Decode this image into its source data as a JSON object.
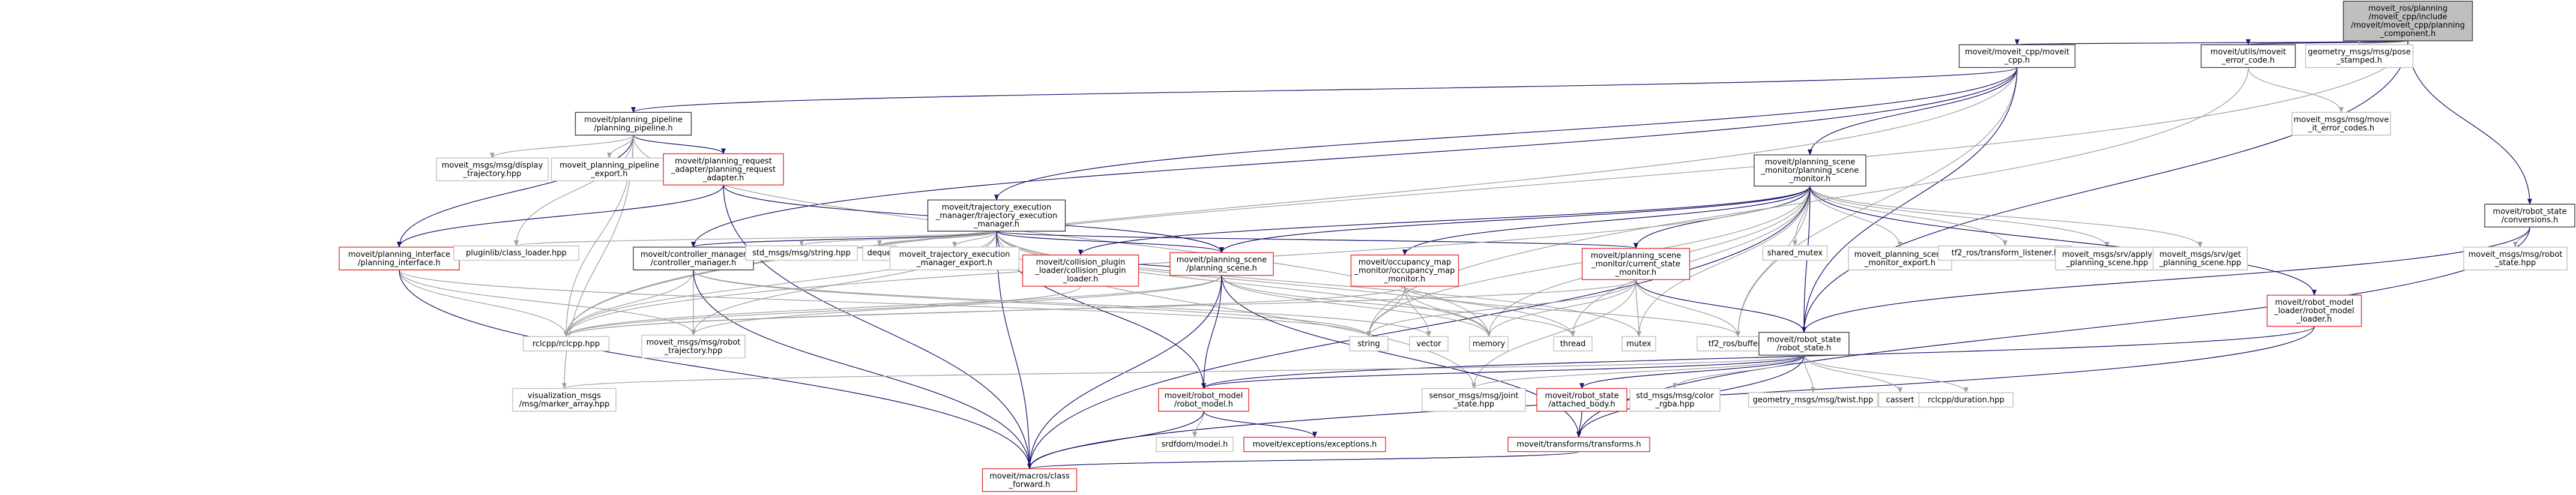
{
  "graph": {
    "nodes": [
      {
        "id": "root",
        "style": "root",
        "lines": [
          "moveit_ros/planning",
          "/moveit_cpp/include",
          "/moveit/moveit_cpp/planning",
          "_component.h"
        ]
      },
      {
        "id": "moveit_cpp",
        "style": "normal",
        "lines": [
          "moveit/moveit_cpp/moveit",
          "_cpp.h"
        ]
      },
      {
        "id": "error_code",
        "style": "normal",
        "lines": [
          "moveit/utils/moveit",
          "_error_code.h"
        ]
      },
      {
        "id": "pose_stamped",
        "style": "ext",
        "lines": [
          "geometry_msgs/msg/pose",
          "_stamped.h"
        ]
      },
      {
        "id": "planning_pipeline",
        "style": "normal",
        "lines": [
          "moveit/planning_pipeline",
          "/planning_pipeline.h"
        ]
      },
      {
        "id": "moveit_error_codes",
        "style": "ext",
        "lines": [
          "moveit_msgs/msg/move",
          "_it_error_codes.h"
        ]
      },
      {
        "id": "psm",
        "style": "normal",
        "lines": [
          "moveit/planning_scene",
          "_monitor/planning_scene",
          "_monitor.h"
        ]
      },
      {
        "id": "display_traj",
        "style": "ext",
        "lines": [
          "moveit_msgs/msg/display",
          "_trajectory.hpp"
        ]
      },
      {
        "id": "pp_export",
        "style": "ext",
        "lines": [
          "moveit_planning_pipeline",
          "_export.h"
        ]
      },
      {
        "id": "pra",
        "style": "red",
        "lines": [
          "moveit/planning_request",
          "_adapter/planning_request",
          "_adapter.h"
        ]
      },
      {
        "id": "tem",
        "style": "normal",
        "lines": [
          "moveit/trajectory_execution",
          "_manager/trajectory_execution",
          "_manager.h"
        ]
      },
      {
        "id": "rsc",
        "style": "normal",
        "lines": [
          "moveit/robot_state",
          "/conversions.h"
        ]
      },
      {
        "id": "pi",
        "style": "red",
        "lines": [
          "moveit/planning_interface",
          "/planning_interface.h"
        ]
      },
      {
        "id": "pluginlib",
        "style": "ext",
        "lines": [
          "pluginlib/class_loader.hpp"
        ]
      },
      {
        "id": "cm",
        "style": "normal",
        "lines": [
          "moveit/controller_manager",
          "/controller_manager.h"
        ]
      },
      {
        "id": "std_string",
        "style": "ext",
        "lines": [
          "std_msgs/msg/string.hpp"
        ]
      },
      {
        "id": "deque",
        "style": "ext",
        "lines": [
          "deque"
        ]
      },
      {
        "id": "tem_export",
        "style": "ext",
        "lines": [
          "moveit_trajectory_execution",
          "_manager_export.h"
        ]
      },
      {
        "id": "collision_plugin",
        "style": "red",
        "lines": [
          "moveit/collision_plugin",
          "_loader/collision_plugin",
          "_loader.h"
        ]
      },
      {
        "id": "ps",
        "style": "red",
        "lines": [
          "moveit/planning_scene",
          "/planning_scene.h"
        ]
      },
      {
        "id": "occupancy",
        "style": "red",
        "lines": [
          "moveit/occupancy_map",
          "_monitor/occupancy_map",
          "_monitor.h"
        ]
      },
      {
        "id": "csm",
        "style": "red",
        "lines": [
          "moveit/planning_scene",
          "_monitor/current_state",
          "_monitor.h"
        ]
      },
      {
        "id": "shared_mutex",
        "style": "ext",
        "lines": [
          "shared_mutex"
        ]
      },
      {
        "id": "psm_export",
        "style": "ext",
        "lines": [
          "moveit_planning_scene",
          "_monitor_export.h"
        ]
      },
      {
        "id": "tf2_listener",
        "style": "ext",
        "lines": [
          "tf2_ros/transform_listener.h"
        ]
      },
      {
        "id": "apply_ps",
        "style": "ext",
        "lines": [
          "moveit_msgs/srv/apply",
          "_planning_scene.hpp"
        ]
      },
      {
        "id": "get_ps",
        "style": "ext",
        "lines": [
          "moveit_msgs/srv/get",
          "_planning_scene.hpp"
        ]
      },
      {
        "id": "rmlh",
        "style": "red",
        "lines": [
          "moveit/robot_model",
          "_loader/robot_model",
          "_loader.h"
        ]
      },
      {
        "id": "rs_hpp",
        "style": "ext",
        "lines": [
          "moveit_msgs/msg/robot",
          "_state.hpp"
        ]
      },
      {
        "id": "rclcpp",
        "style": "ext",
        "lines": [
          "rclcpp/rclcpp.hpp"
        ]
      },
      {
        "id": "robot_traj",
        "style": "ext",
        "lines": [
          "moveit_msgs/msg/robot",
          "_trajectory.hpp"
        ]
      },
      {
        "id": "string",
        "style": "ext",
        "lines": [
          "string"
        ]
      },
      {
        "id": "vector",
        "style": "ext",
        "lines": [
          "vector"
        ]
      },
      {
        "id": "memory",
        "style": "ext",
        "lines": [
          "memory"
        ]
      },
      {
        "id": "thread",
        "style": "ext",
        "lines": [
          "thread"
        ]
      },
      {
        "id": "mutex",
        "style": "ext",
        "lines": [
          "mutex"
        ]
      },
      {
        "id": "tf2_buffer",
        "style": "ext",
        "lines": [
          "tf2_ros/buffer.h"
        ]
      },
      {
        "id": "robot_state",
        "style": "normal",
        "lines": [
          "moveit/robot_state",
          "/robot_state.h"
        ]
      },
      {
        "id": "viz_marker",
        "style": "ext",
        "lines": [
          "visualization_msgs",
          "/msg/marker_array.hpp"
        ]
      },
      {
        "id": "robot_model",
        "style": "red",
        "lines": [
          "moveit/robot_model",
          "/robot_model.h"
        ]
      },
      {
        "id": "joint_state",
        "style": "ext",
        "lines": [
          "sensor_msgs/msg/joint",
          "_state.hpp"
        ]
      },
      {
        "id": "attached_body",
        "style": "red",
        "lines": [
          "moveit/robot_state",
          "/attached_body.h"
        ]
      },
      {
        "id": "color_rgba",
        "style": "ext",
        "lines": [
          "std_msgs/msg/color",
          "_rgba.hpp"
        ]
      },
      {
        "id": "twist",
        "style": "ext",
        "lines": [
          "geometry_msgs/msg/twist.hpp"
        ]
      },
      {
        "id": "cassert",
        "style": "ext",
        "lines": [
          "cassert"
        ]
      },
      {
        "id": "duration",
        "style": "ext",
        "lines": [
          "rclcpp/duration.hpp"
        ]
      },
      {
        "id": "srdfdom",
        "style": "ext",
        "lines": [
          "srdfdom/model.h"
        ]
      },
      {
        "id": "exceptions",
        "style": "red",
        "lines": [
          "moveit/exceptions/exceptions.h"
        ]
      },
      {
        "id": "transforms",
        "style": "red",
        "lines": [
          "moveit/transforms/transforms.h"
        ]
      },
      {
        "id": "class_forward",
        "style": "red",
        "lines": [
          "moveit/macros/class",
          "_forward.h"
        ]
      }
    ],
    "edges": [
      [
        "root",
        "moveit_cpp"
      ],
      [
        "root",
        "error_code"
      ],
      [
        "root",
        "pose_stamped"
      ],
      [
        "root",
        "rsc"
      ],
      [
        "root",
        "rclcpp"
      ],
      [
        "root",
        "robot_state"
      ],
      [
        "moveit_cpp",
        "planning_pipeline"
      ],
      [
        "moveit_cpp",
        "tem"
      ],
      [
        "moveit_cpp",
        "psm"
      ],
      [
        "moveit_cpp",
        "cm"
      ],
      [
        "moveit_cpp",
        "rclcpp"
      ],
      [
        "moveit_cpp",
        "tf2_buffer"
      ],
      [
        "moveit_cpp",
        "robot_state"
      ],
      [
        "error_code",
        "moveit_error_codes"
      ],
      [
        "error_code",
        "string"
      ],
      [
        "planning_pipeline",
        "display_traj"
      ],
      [
        "planning_pipeline",
        "pp_export"
      ],
      [
        "planning_pipeline",
        "pra"
      ],
      [
        "planning_pipeline",
        "pi"
      ],
      [
        "planning_pipeline",
        "pluginlib"
      ],
      [
        "planning_pipeline",
        "rclcpp"
      ],
      [
        "planning_pipeline",
        "memory"
      ],
      [
        "planning_pipeline",
        "viz_marker"
      ],
      [
        "pra",
        "pi"
      ],
      [
        "pra",
        "ps"
      ],
      [
        "pra",
        "class_forward"
      ],
      [
        "pi",
        "rclcpp"
      ],
      [
        "pi",
        "robot_traj"
      ],
      [
        "pi",
        "string"
      ],
      [
        "pi",
        "class_forward"
      ],
      [
        "tem",
        "pluginlib"
      ],
      [
        "tem",
        "cm"
      ],
      [
        "tem",
        "std_string"
      ],
      [
        "tem",
        "deque"
      ],
      [
        "tem",
        "tem_export"
      ],
      [
        "tem",
        "ps"
      ],
      [
        "tem",
        "csm"
      ],
      [
        "tem",
        "rclcpp"
      ],
      [
        "tem",
        "robot_traj"
      ],
      [
        "tem",
        "memory"
      ],
      [
        "tem",
        "thread"
      ],
      [
        "tem",
        "mutex"
      ],
      [
        "tem",
        "robot_model"
      ],
      [
        "tem",
        "joint_state"
      ],
      [
        "tem",
        "class_forward"
      ],
      [
        "cm",
        "rclcpp"
      ],
      [
        "cm",
        "robot_traj"
      ],
      [
        "cm",
        "string"
      ],
      [
        "cm",
        "vector"
      ],
      [
        "cm",
        "class_forward"
      ],
      [
        "psm",
        "collision_plugin"
      ],
      [
        "psm",
        "ps"
      ],
      [
        "psm",
        "occupancy"
      ],
      [
        "psm",
        "csm"
      ],
      [
        "psm",
        "shared_mutex"
      ],
      [
        "psm",
        "psm_export"
      ],
      [
        "psm",
        "tf2_listener"
      ],
      [
        "psm",
        "apply_ps"
      ],
      [
        "psm",
        "get_ps"
      ],
      [
        "psm",
        "rmlh"
      ],
      [
        "psm",
        "rclcpp"
      ],
      [
        "psm",
        "string"
      ],
      [
        "psm",
        "memory"
      ],
      [
        "psm",
        "thread"
      ],
      [
        "psm",
        "mutex"
      ],
      [
        "psm",
        "tf2_buffer"
      ],
      [
        "psm",
        "robot_state"
      ],
      [
        "psm",
        "class_forward"
      ],
      [
        "collision_plugin",
        "rclcpp"
      ],
      [
        "collision_plugin",
        "ps"
      ],
      [
        "ps",
        "rclcpp"
      ],
      [
        "ps",
        "robot_traj"
      ],
      [
        "ps",
        "memory"
      ],
      [
        "ps",
        "thread"
      ],
      [
        "ps",
        "robot_model"
      ],
      [
        "ps",
        "transforms"
      ],
      [
        "ps",
        "class_forward"
      ],
      [
        "occupancy",
        "rclcpp"
      ],
      [
        "occupancy",
        "string"
      ],
      [
        "occupancy",
        "vector"
      ],
      [
        "occupancy",
        "memory"
      ],
      [
        "occupancy",
        "tf2_buffer"
      ],
      [
        "csm",
        "rclcpp"
      ],
      [
        "csm",
        "string"
      ],
      [
        "csm",
        "memory"
      ],
      [
        "csm",
        "mutex"
      ],
      [
        "csm",
        "tf2_buffer"
      ],
      [
        "csm",
        "robot_state"
      ],
      [
        "csm",
        "joint_state"
      ],
      [
        "rsc",
        "rs_hpp"
      ],
      [
        "rsc",
        "robot_state"
      ],
      [
        "rsc",
        "transforms"
      ],
      [
        "rmlh",
        "robot_model"
      ],
      [
        "rmlh",
        "class_forward"
      ],
      [
        "robot_state",
        "viz_marker"
      ],
      [
        "robot_state",
        "robot_model"
      ],
      [
        "robot_state",
        "joint_state"
      ],
      [
        "robot_state",
        "attached_body"
      ],
      [
        "robot_state",
        "color_rgba"
      ],
      [
        "robot_state",
        "twist"
      ],
      [
        "robot_state",
        "cassert"
      ],
      [
        "robot_state",
        "duration"
      ],
      [
        "robot_state",
        "transforms"
      ],
      [
        "robot_model",
        "srdfdom"
      ],
      [
        "robot_model",
        "exceptions"
      ],
      [
        "robot_model",
        "class_forward"
      ],
      [
        "attached_body",
        "transforms"
      ],
      [
        "transforms",
        "class_forward"
      ]
    ],
    "colors": {
      "dep_edge": "#191970",
      "ext_edge": "#a0a0a0",
      "red_border": "#e03030",
      "root_fill": "#bfbfbf"
    }
  }
}
